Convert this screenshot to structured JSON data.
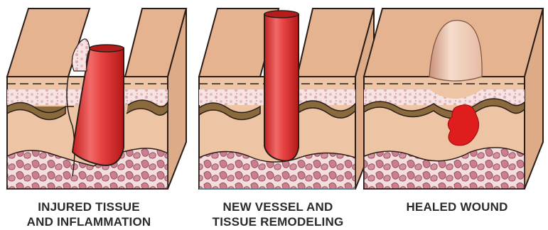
{
  "panels": [
    {
      "caption_line1": "INJURED TISSUE",
      "caption_line2": "AND INFLAMMATION"
    },
    {
      "caption_line1": "NEW VESSEL AND",
      "caption_line2": "TISSUE REMODELING"
    },
    {
      "caption_line1": "HEALED WOUND",
      "caption_line2": ""
    }
  ],
  "colors": {
    "skin_surface": "#e8b795",
    "skin_side": "#edc4a4",
    "dermis_pattern": "#f3dada",
    "wavy_layer": "#8a6a3c",
    "fat_tissue": "#d49aa7",
    "vessel": "#e23a3a",
    "scab": "#e01d1d",
    "outline": "#2a1d17"
  }
}
